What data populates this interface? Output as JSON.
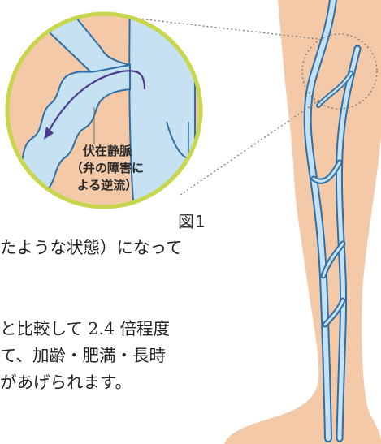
{
  "inset": {
    "label_line1": "伏在静脈",
    "label_line2": "（弁の障害に",
    "label_line3": "よる逆流）"
  },
  "figure_label": "図1",
  "body_text": {
    "line1": "たような状態）になって",
    "line2": "と比較して 2.4 倍程度",
    "line3": "て、加齢・肥満・長時",
    "line4": "があげられます。"
  },
  "colors": {
    "skin": "#f3c9a8",
    "vein_fill": "#c6e2f2",
    "vein_stroke": "#2f6fa8",
    "ring": "#c7d64a",
    "arrow": "#4b3a8c"
  }
}
